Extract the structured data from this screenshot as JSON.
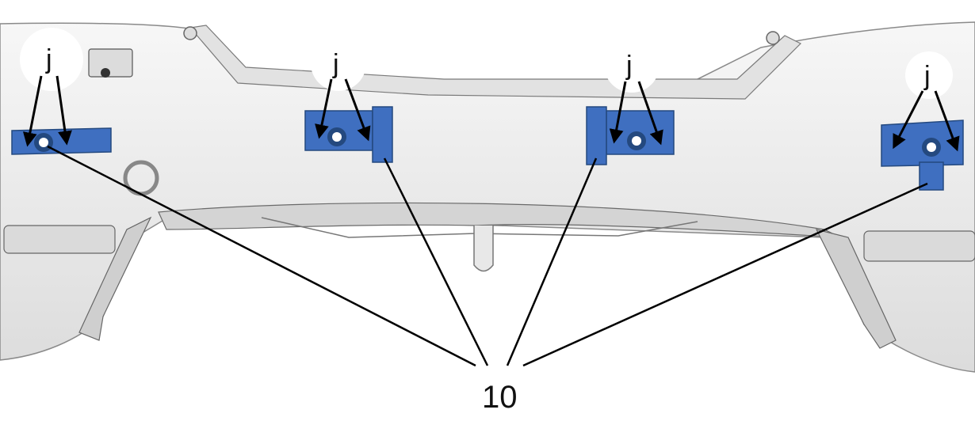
{
  "labels": {
    "clip_callout_1": "j",
    "clip_callout_2": "j",
    "clip_callout_3": "j",
    "clip_callout_4": "j",
    "part_number": "10"
  },
  "colors": {
    "bracket": "#3f6fc0",
    "bracket_dark": "#24497f",
    "bumper_fill": "#eeeeee",
    "bumper_shadow": "#c8c8c8",
    "outline": "#5a5a5a",
    "leader": "#000000",
    "callout_circle": "#ffffff"
  },
  "icons": {
    "bracket": "sensor-bracket-icon",
    "clip_arrow": "arrow-icon"
  }
}
